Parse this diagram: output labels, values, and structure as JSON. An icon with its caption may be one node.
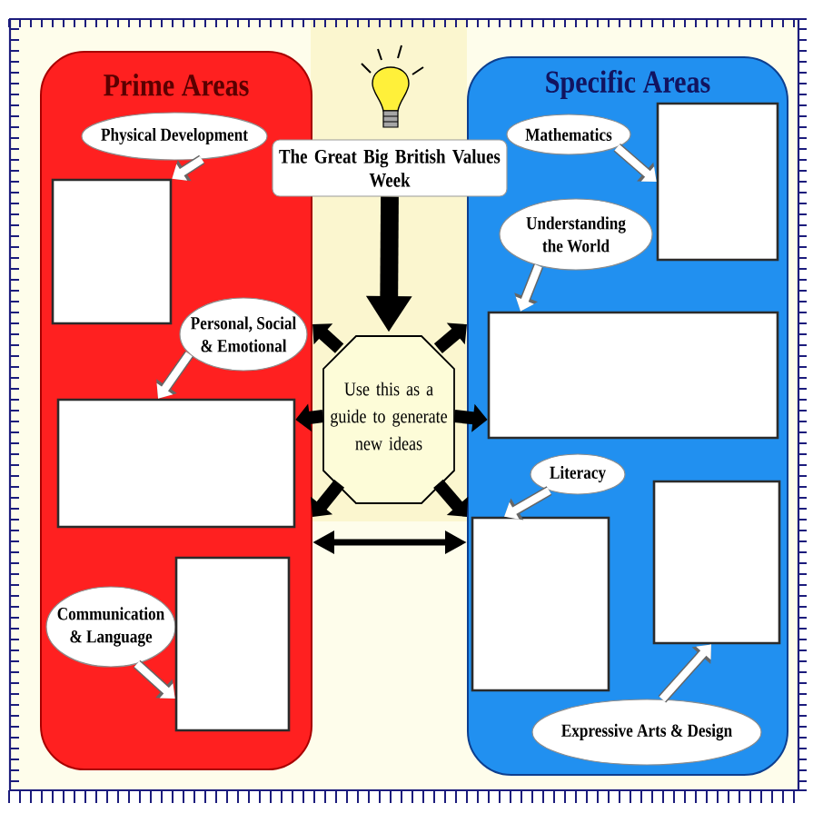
{
  "diagram": {
    "nodes": [
      {
        "text": [
          "Prime Areas"
        ]
      },
      {
        "text": [
          "Physical Development"
        ],
        "in": 0
      },
      {
        "text": [],
        "shape": "box",
        "in": 0
      },
      {
        "text": [
          "Personal, Social & Emotional"
        ],
        "in": 0
      },
      {
        "text": [],
        "shape": "box",
        "in": 0
      },
      {
        "text": [
          "Communication & Language"
        ],
        "in": 0
      },
      {
        "text": [],
        "shape": "box",
        "in": 0
      },
      {
        "text": [
          "The Great Big British Values Week"
        ]
      },
      {
        "text": [
          "Use this as a guide to generate new ideas"
        ]
      },
      {
        "text": [
          "Specific Areas"
        ]
      },
      {
        "text": [
          "Mathematics"
        ],
        "in": 9
      },
      {
        "text": [],
        "shape": "box",
        "in": 9
      },
      {
        "text": [
          "Understanding the World"
        ],
        "in": 9
      },
      {
        "text": [],
        "shape": "box",
        "in": 9
      },
      {
        "text": [
          "Literacy"
        ],
        "in": 9
      },
      {
        "text": [],
        "shape": "box",
        "in": 9
      },
      {
        "text": [],
        "shape": "box",
        "in": 9
      },
      {
        "text": [
          "Expressive Arts & Design"
        ],
        "in": 9
      }
    ],
    "edges": [
      {
        "from": 1,
        "to": 2,
        "arrow": "to",
        "color": "#ffffff"
      },
      {
        "from": 3,
        "to": 4,
        "arrow": "to",
        "color": "#ffffff"
      },
      {
        "from": 5,
        "to": 6,
        "arrow": "to",
        "color": "#ffffff"
      },
      {
        "from": 7,
        "to": 8,
        "arrow": "to",
        "style": "thick"
      },
      {
        "from": 8,
        "to": 0,
        "arrow": "to"
      },
      {
        "from": 8,
        "to": 9,
        "arrow": "to"
      },
      {
        "from": 8,
        "to": 4,
        "arrow": "to"
      },
      {
        "from": 8,
        "to": 13,
        "arrow": "to"
      },
      {
        "from": 8,
        "to": 0,
        "arrow": "to"
      },
      {
        "from": 8,
        "to": 9,
        "arrow": "to"
      },
      {
        "from": 0,
        "to": 9,
        "arrow": "both"
      },
      {
        "from": 10,
        "to": 11,
        "arrow": "to",
        "color": "#ffffff"
      },
      {
        "from": 12,
        "to": 13,
        "arrow": "to",
        "color": "#ffffff"
      },
      {
        "from": 14,
        "to": 15,
        "arrow": "to",
        "color": "#ffffff"
      },
      {
        "from": 17,
        "to": 16,
        "arrow": "to",
        "color": "#ffffff"
      }
    ]
  }
}
